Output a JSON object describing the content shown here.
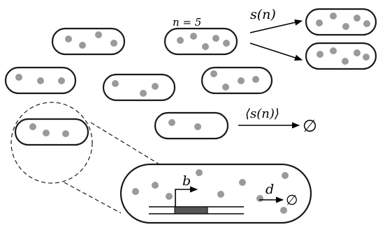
{
  "labels": {
    "n_equals": "n = 5",
    "division_rate": "s(n)",
    "mean_division_rate": "⟨s(n)⟩",
    "birth_rate": "b",
    "degradation_rate": "d",
    "empty_set": "∅",
    "empty_set_small": "∅"
  },
  "colors": {
    "cell_outline": "#1a1a1a",
    "molecule": "#9a9a9a",
    "gene_box": "#555555",
    "dashed": "#1a1a1a"
  }
}
